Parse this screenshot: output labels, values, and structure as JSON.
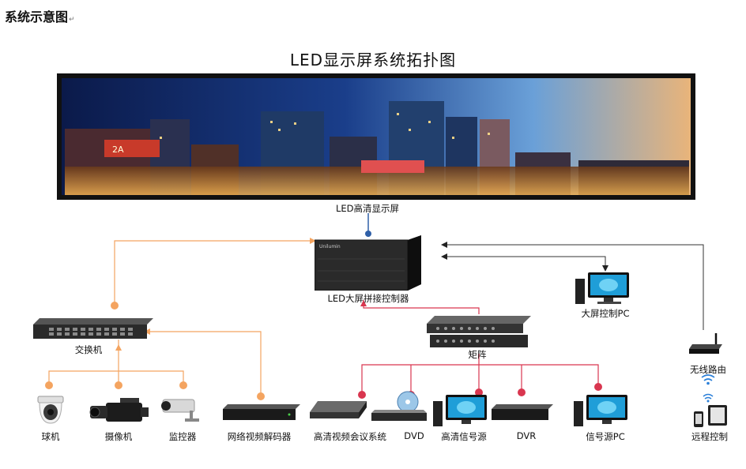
{
  "page_heading": "系统示意图",
  "diagram_title": "LED显示屏系统拓扑图",
  "nodes": {
    "led_screen": "LED高清显示屏",
    "controller": "LED大屏拼接控制器",
    "switch": "交换机",
    "matrix": "矩阵",
    "big_screen_pc": "大屏控制PC",
    "wireless_router": "无线路由",
    "remote_control": "远程控制",
    "dome_camera": "球机",
    "video_camera": "摄像机",
    "monitor_camera": "监控器",
    "network_decoder": "网络视频解码器",
    "hd_conference": "高清视频会议系统",
    "dvd": "DVD",
    "hd_signal_source": "高清信号源",
    "dvr": "DVR",
    "signal_pc": "信号源PC"
  },
  "colors": {
    "ethernet_line": "#f4a460",
    "signal_line": "#d9364f",
    "control_line": "#333333",
    "display_link": "#3060a8"
  }
}
